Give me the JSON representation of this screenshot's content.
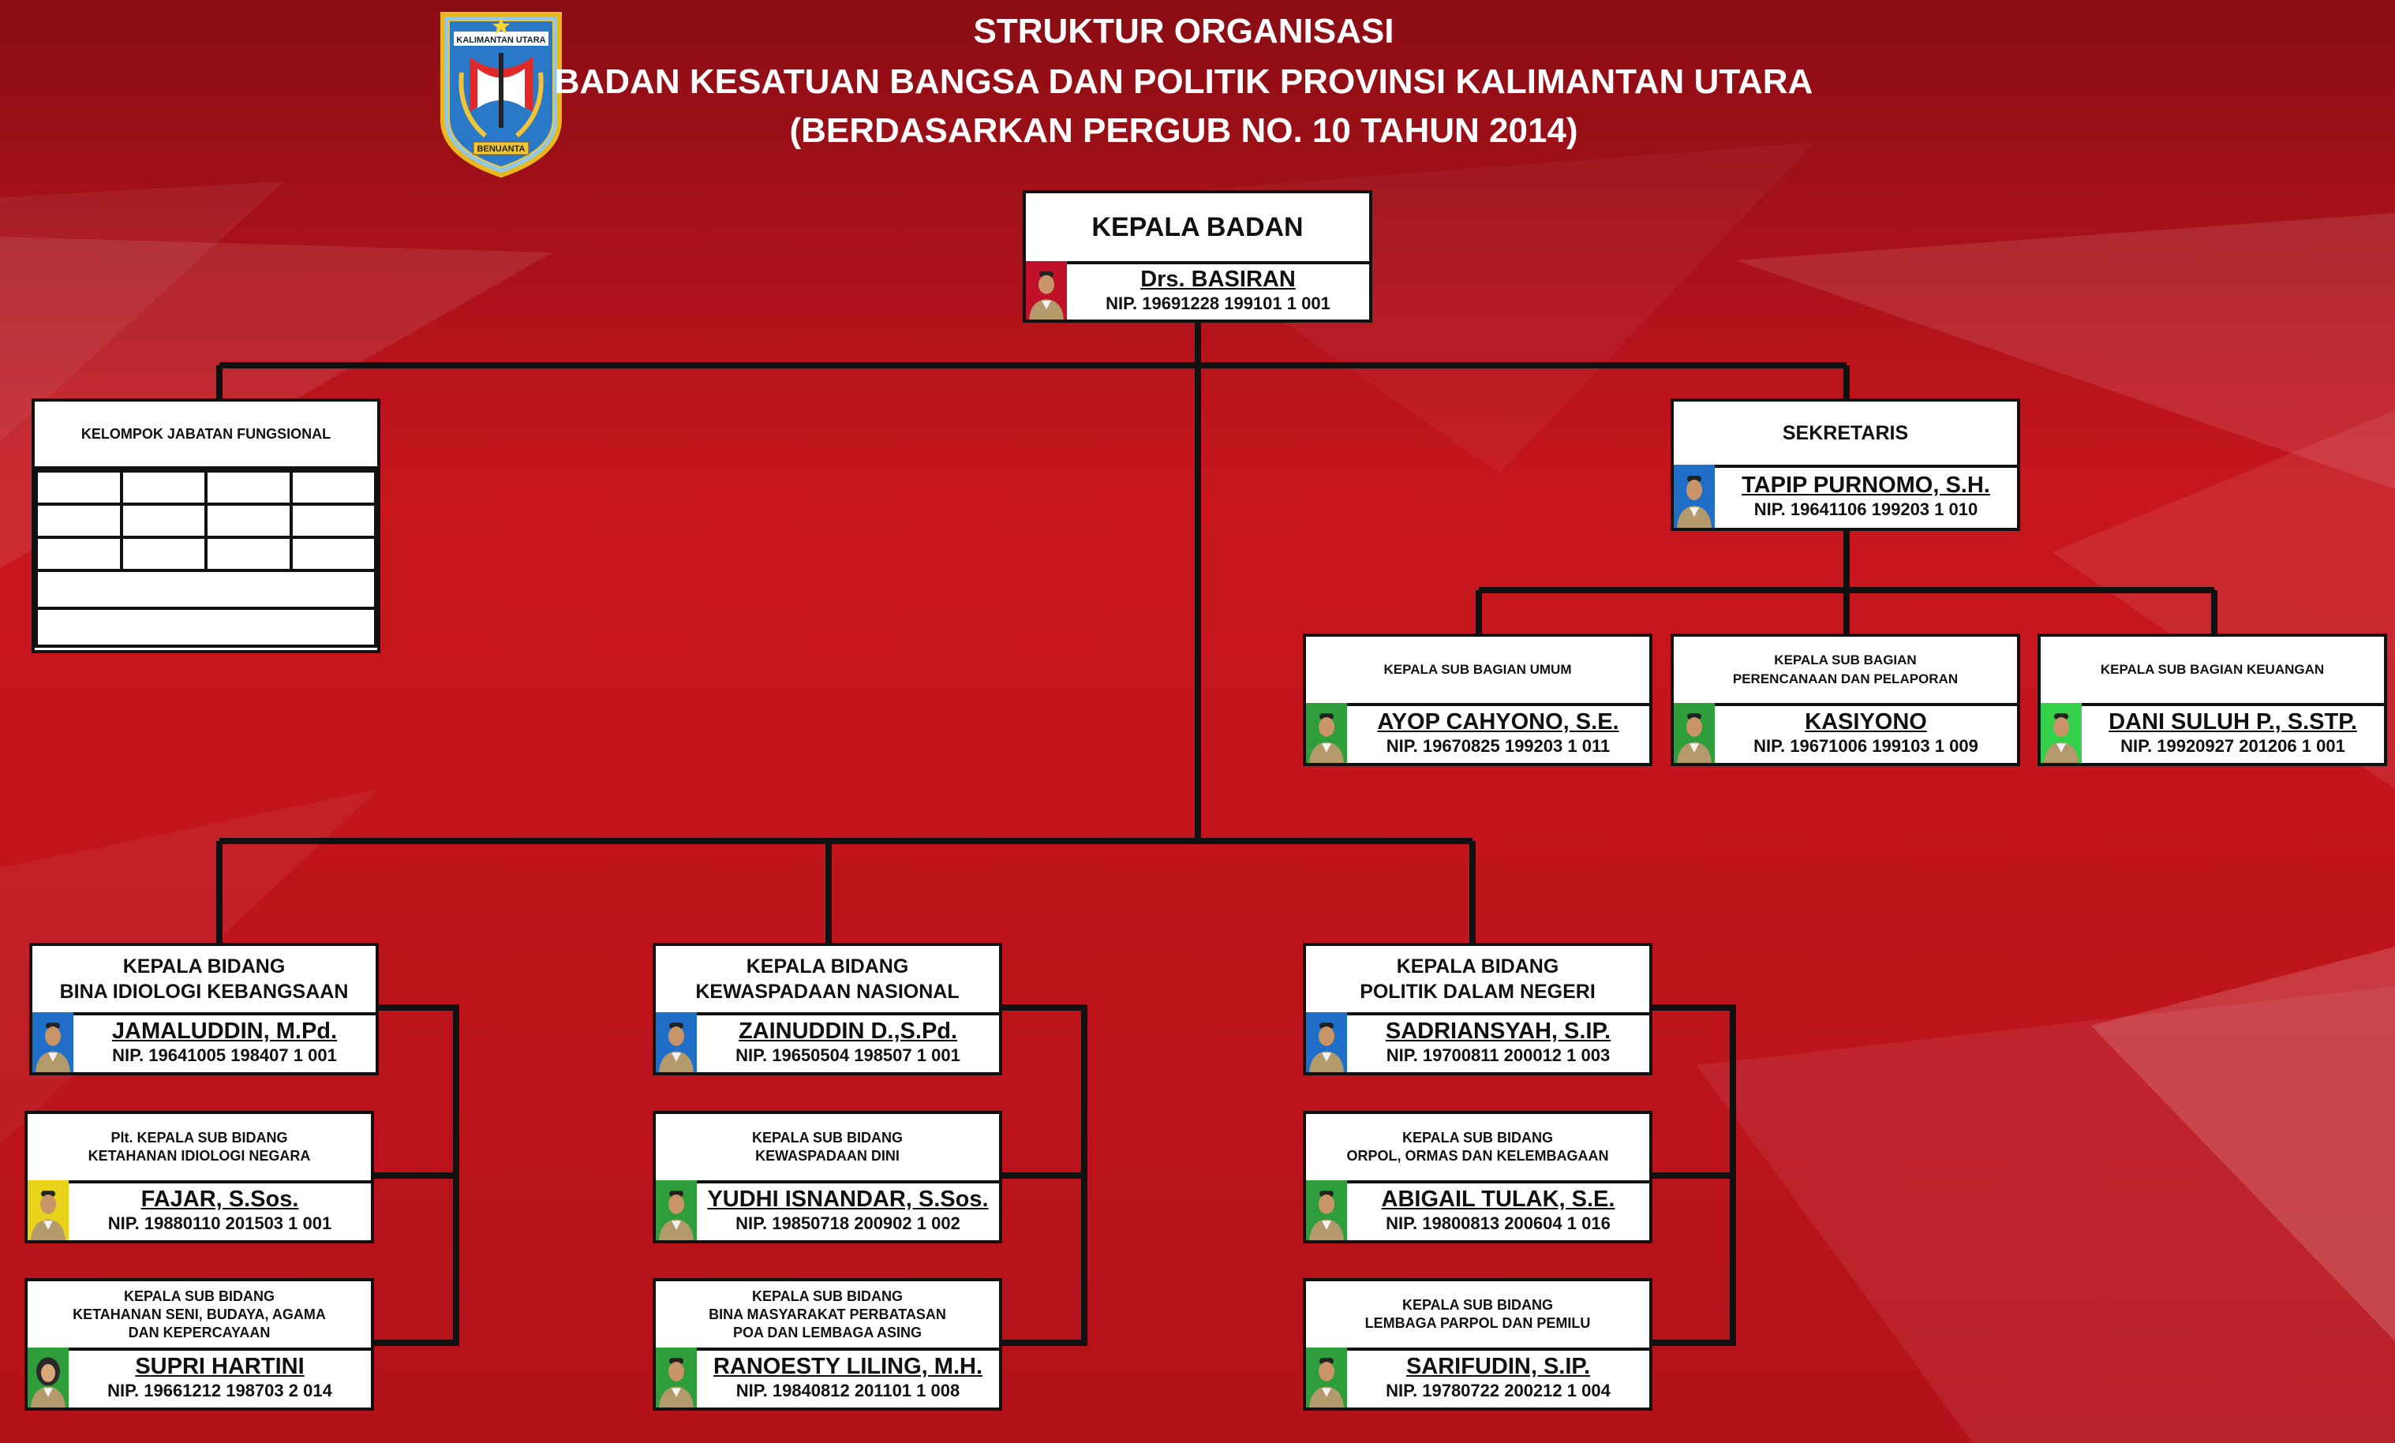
{
  "header": {
    "line1": "STRUKTUR ORGANISASI",
    "line2": "BADAN KESATUAN BANGSA DAN POLITIK PROVINSI KALIMANTAN UTARA",
    "line3": "(BERDASARKAN PERGUB NO. 10 TAHUN 2014)",
    "logo_top": "KALIMANTAN UTARA",
    "logo_bottom": "BENUANTA"
  },
  "kepala": {
    "title": "KEPALA BADAN",
    "name": "Drs. BASIRAN",
    "nip": "NIP. 19691228 199101 1 001"
  },
  "fungsional": {
    "title": "KELOMPOK JABATAN FUNGSIONAL"
  },
  "sekretaris": {
    "title": "SEKRETARIS",
    "name": "TAPIP PURNOMO, S.H.",
    "nip": "NIP. 19641106 199203 1 010"
  },
  "subbag": [
    {
      "title1": "KEPALA SUB BAGIAN UMUM",
      "title2": "",
      "name": "AYOP CAHYONO, S.E.",
      "nip": "NIP. 19670825 199203 1 011"
    },
    {
      "title1": "KEPALA SUB BAGIAN",
      "title2": "PERENCANAAN DAN PELAPORAN",
      "name": "KASIYONO",
      "nip": "NIP. 19671006 199103 1 009"
    },
    {
      "title1": "KEPALA SUB BAGIAN KEUANGAN",
      "title2": "",
      "name": "DANI SULUH P., S.STP.",
      "nip": "NIP. 19920927 201206 1 001"
    }
  ],
  "bidang": [
    {
      "title1": "KEPALA BIDANG",
      "title2": "BINA IDIOLOGI KEBANGSAAN",
      "name": "JAMALUDDIN, M.Pd.",
      "nip": "NIP. 19641005 198407 1 001",
      "subs": [
        {
          "t1": "Plt. KEPALA SUB BIDANG",
          "t2": "KETAHANAN IDIOLOGI NEGARA",
          "t3": "",
          "name": "FAJAR, S.Sos.",
          "nip": "NIP. 19880110 201503 1 001"
        },
        {
          "t1": "KEPALA SUB BIDANG",
          "t2": "KETAHANAN SENI, BUDAYA, AGAMA",
          "t3": "DAN KEPERCAYAAN",
          "name": "SUPRI HARTINI",
          "nip": "NIP. 19661212 198703 2 014"
        }
      ]
    },
    {
      "title1": "KEPALA BIDANG",
      "title2": "KEWASPADAAN NASIONAL",
      "name": "ZAINUDDIN D.,S.Pd.",
      "nip": "NIP. 19650504 198507 1 001",
      "subs": [
        {
          "t1": "KEPALA SUB BIDANG",
          "t2": "KEWASPADAAN DINI",
          "t3": "",
          "name": "YUDHI ISNANDAR, S.Sos.",
          "nip": "NIP. 19850718 200902 1 002"
        },
        {
          "t1": "KEPALA SUB BIDANG",
          "t2": "BINA MASYARAKAT PERBATASAN",
          "t3": "POA DAN LEMBAGA ASING",
          "name": "RANOESTY LILING, M.H.",
          "nip": "NIP. 19840812 201101 1 008"
        }
      ]
    },
    {
      "title1": "KEPALA BIDANG",
      "title2": "POLITIK DALAM NEGERI",
      "name": "SADRIANSYAH, S.IP.",
      "nip": "NIP. 19700811 200012 1 003",
      "subs": [
        {
          "t1": "KEPALA SUB BIDANG",
          "t2": "ORPOL, ORMAS DAN KELEMBAGAAN",
          "t3": "",
          "name": "ABIGAIL TULAK, S.E.",
          "nip": "NIP. 19800813 200604 1 016"
        },
        {
          "t1": "KEPALA SUB BIDANG",
          "t2": "LEMBAGA PARPOL DAN PEMILU",
          "t3": "",
          "name": "SARIFUDIN, S.IP.",
          "nip": "NIP. 19780722 200212 1 004"
        }
      ]
    }
  ],
  "colors": {
    "background": "#d71d24",
    "dark_red": "#8e0f16",
    "line": "#111111",
    "photo_red": "#c0102a",
    "photo_blue": "#1f6fc9",
    "photo_green": "#2e9e3a",
    "photo_yellow": "#e8d21a",
    "photo_lime": "#33d14a"
  }
}
